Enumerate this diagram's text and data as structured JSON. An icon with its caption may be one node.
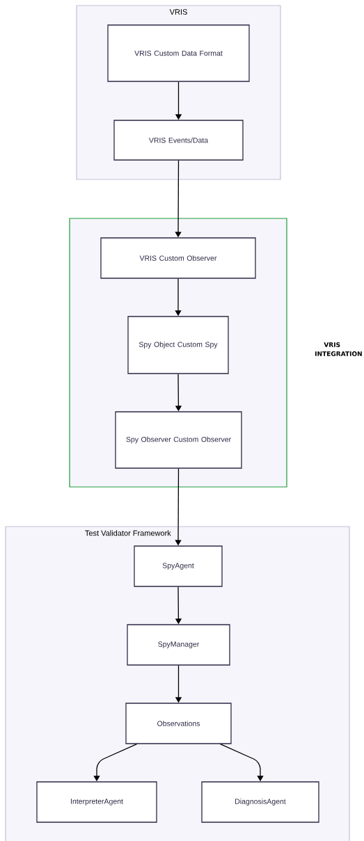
{
  "diagram": {
    "nodes": [
      {
        "text": [
          "VRIS"
        ]
      },
      {
        "text": [
          "VRIS Custom Data Format"
        ],
        "in": 0
      },
      {
        "text": [
          "VRIS Events/Data"
        ],
        "in": 0
      },
      {
        "text": [
          "VRIS INTEGRATION"
        ]
      },
      {
        "text": [
          "VRIS Custom Observer"
        ],
        "in": 3
      },
      {
        "text": [
          "Spy Object Custom Spy"
        ],
        "in": 3
      },
      {
        "text": [
          "Spy Observer Custom Observer"
        ],
        "in": 3
      },
      {
        "text": [
          "Test Validator Framework"
        ]
      },
      {
        "text": [
          "SpyAgent"
        ],
        "in": 7
      },
      {
        "text": [
          "SpyManager"
        ],
        "in": 7
      },
      {
        "text": [
          "Observations"
        ],
        "in": 7
      },
      {
        "text": [
          "InterpreterAgent"
        ],
        "in": 7
      },
      {
        "text": [
          "DiagnosisAgent"
        ],
        "in": 7
      }
    ],
    "edges": [
      {
        "from": 1,
        "to": 2,
        "arrow": "to"
      },
      {
        "from": 2,
        "to": 4,
        "arrow": "to"
      },
      {
        "from": 4,
        "to": 5,
        "arrow": "to"
      },
      {
        "from": 5,
        "to": 6,
        "arrow": "to"
      },
      {
        "from": 6,
        "to": 8,
        "arrow": "to"
      },
      {
        "from": 8,
        "to": 9,
        "arrow": "to"
      },
      {
        "from": 9,
        "to": 10,
        "arrow": "to"
      },
      {
        "from": 10,
        "to": 11,
        "arrow": "to"
      },
      {
        "from": 10,
        "to": 12,
        "arrow": "to"
      }
    ]
  }
}
